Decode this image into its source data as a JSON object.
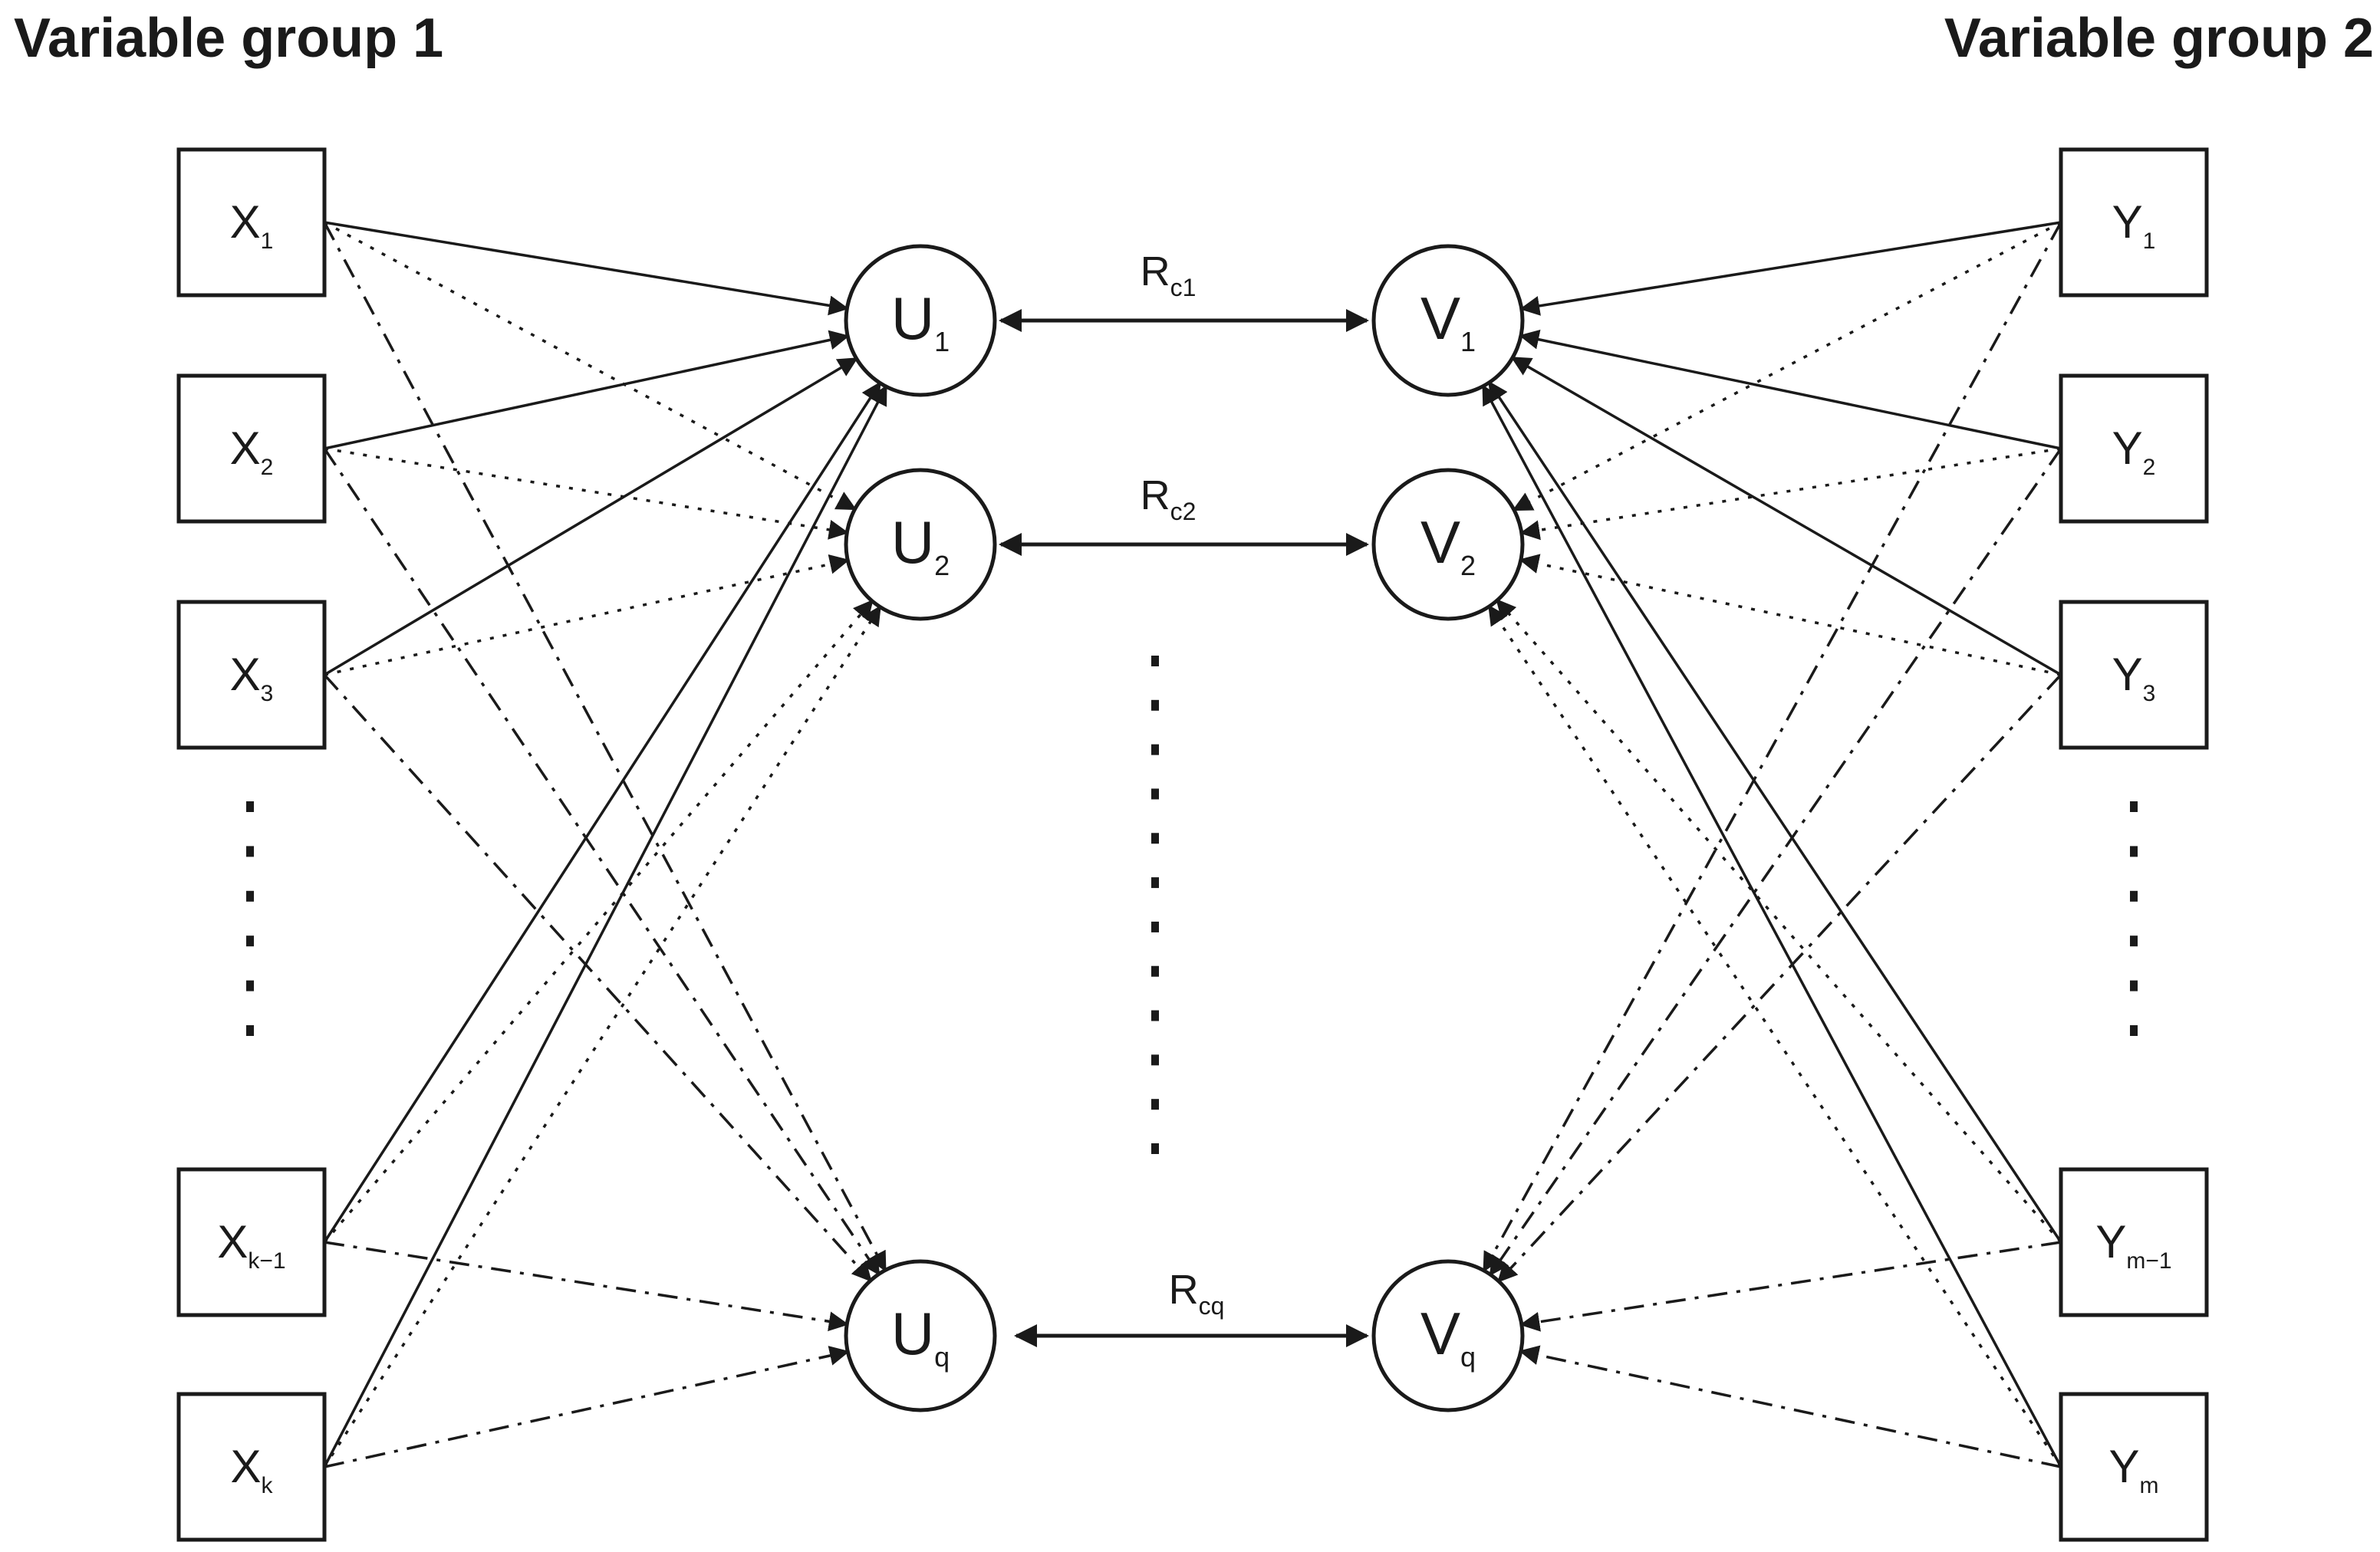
{
  "groups": {
    "left_title": "Variable group 1",
    "right_title": "Variable group 2"
  },
  "x_vars": [
    {
      "base": "X",
      "sub": "1"
    },
    {
      "base": "X",
      "sub": "2"
    },
    {
      "base": "X",
      "sub": "3"
    },
    {
      "base": "X",
      "sub": "k−1"
    },
    {
      "base": "X",
      "sub": "k"
    }
  ],
  "y_vars": [
    {
      "base": "Y",
      "sub": "1"
    },
    {
      "base": "Y",
      "sub": "2"
    },
    {
      "base": "Y",
      "sub": "3"
    },
    {
      "base": "Y",
      "sub": "m−1"
    },
    {
      "base": "Y",
      "sub": "m"
    }
  ],
  "u_vars": [
    {
      "base": "U",
      "sub": "1"
    },
    {
      "base": "U",
      "sub": "2"
    },
    {
      "base": "U",
      "sub": "q"
    }
  ],
  "v_vars": [
    {
      "base": "V",
      "sub": "1"
    },
    {
      "base": "V",
      "sub": "2"
    },
    {
      "base": "V",
      "sub": "q"
    }
  ],
  "correlations": [
    {
      "base": "R",
      "sub": "c1"
    },
    {
      "base": "R",
      "sub": "c2"
    },
    {
      "base": "R",
      "sub": "cq"
    }
  ],
  "line_styles": {
    "to_first_variate": "solid",
    "to_second_variate": "dotted",
    "to_last_variate": "dash-dot"
  },
  "colors": {
    "ink": "#1a1a1a",
    "background": "#ffffff"
  }
}
